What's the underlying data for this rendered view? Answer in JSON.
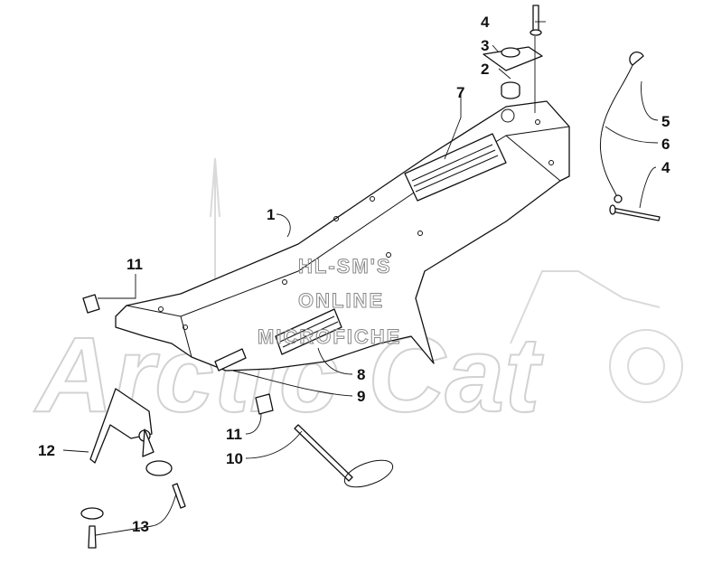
{
  "watermark": {
    "logo_text": "Arctic Cat",
    "line1": "HL-SM'S",
    "line2": "ONLINE",
    "line3": "MICROFICHE"
  },
  "callouts": [
    {
      "id": "1"
    },
    {
      "id": "2"
    },
    {
      "id": "3"
    },
    {
      "id": "4"
    },
    {
      "id": "5"
    },
    {
      "id": "6"
    },
    {
      "id": "7"
    },
    {
      "id": "8"
    },
    {
      "id": "9"
    },
    {
      "id": "10"
    },
    {
      "id": "11"
    },
    {
      "id": "12"
    },
    {
      "id": "13"
    }
  ],
  "labels": {
    "c1": "1",
    "c2": "2",
    "c3": "3",
    "c4a": "4",
    "c4b": "4",
    "c5": "5",
    "c6": "6",
    "c7": "7",
    "c8": "8",
    "c9": "9",
    "c10": "10",
    "c11a": "11",
    "c11b": "11",
    "c12": "12",
    "c13": "13"
  }
}
